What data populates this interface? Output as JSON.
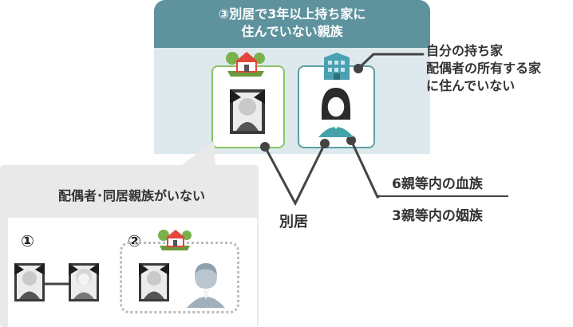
{
  "top_panel": {
    "title_line1": "③別居で3年以上持ち家に",
    "title_line2": "住んでいない親族"
  },
  "own_home_note": {
    "line1": "自分の持ち家",
    "line2": "配偶者の所有する家",
    "line3": "に住んでいない"
  },
  "relatives": {
    "blood": "6親等内の血族",
    "inlaw": "3親等内の姻族"
  },
  "separate_label": "別居",
  "bottom_panel": {
    "title": "配偶者･同居親族がいない",
    "case1": "①",
    "case2": "②"
  },
  "colors": {
    "header": "#5e939e",
    "panel": "#dde9ec",
    "left_card_border": "#8cc36a",
    "right_card_border": "#5b9fa5",
    "bottom_panel": "#e9e9e9"
  },
  "icons": [
    "house-icon",
    "building-icon",
    "elderly-man-icon",
    "young-woman-icon",
    "elderly-woman-icon",
    "man-icon"
  ]
}
